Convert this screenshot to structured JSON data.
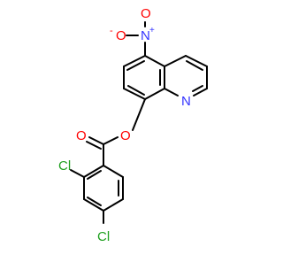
{
  "colors": {
    "bond": "#000000",
    "carbon": "#000000",
    "nitrogen": "#3333ff",
    "oxygen": "#ff0000",
    "chlorine": "#1fa01f",
    "background": "#ffffff"
  },
  "labels": {
    "nitro_nitrogen": "N",
    "nitro_nitrogen_charge": "+",
    "nitro_oxygen_top": "O",
    "nitro_oxygen_left": "O",
    "nitro_oxygen_left_charge": "-",
    "ring_nitrogen": "N",
    "ester_oxygen": "O",
    "carbonyl_oxygen": "O",
    "chlorine_ortho": "Cl",
    "chlorine_para": "Cl"
  }
}
